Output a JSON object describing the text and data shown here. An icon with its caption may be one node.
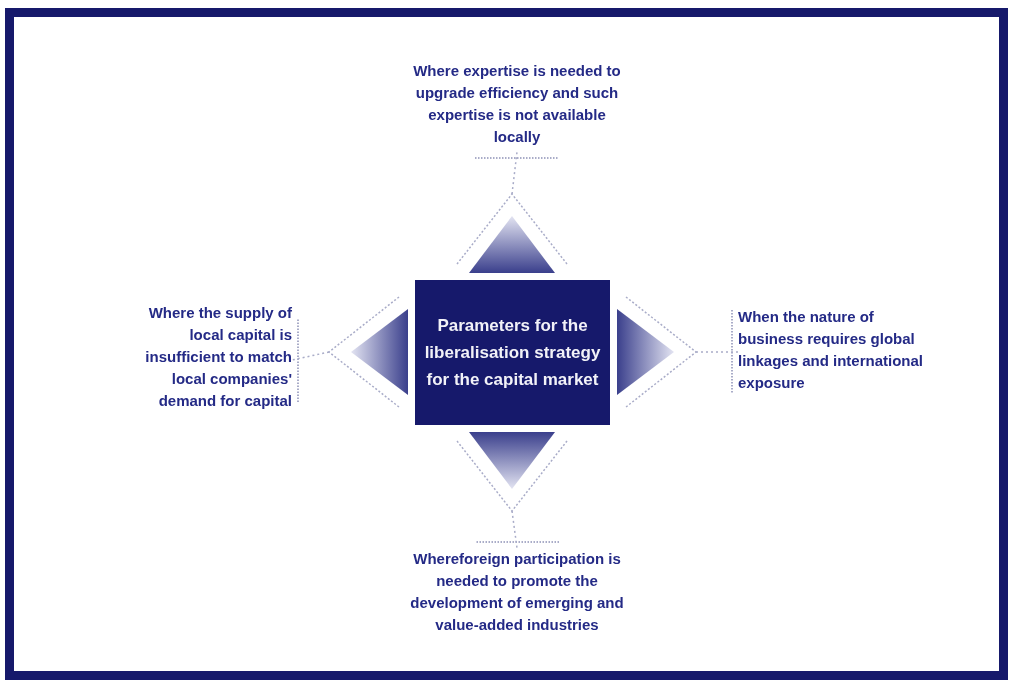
{
  "diagram": {
    "nodes": [
      {
        "text": [
          "Parameters for the liberalisation strategy for the capital market"
        ]
      },
      {
        "text": [
          "Where expertise is needed to upgrade efficiency and such expertise is not available locally"
        ]
      },
      {
        "text": [
          "Where the supply of local capital is insufficient to match local companies' demand for capital"
        ]
      },
      {
        "text": [
          "When the nature of business requires global linkages and international exposure"
        ]
      },
      {
        "text": [
          "Whereforeign participation is needed to promote the development of emerging and value-added industries"
        ]
      },
      {
        "text": [],
        "shape": "triangle"
      },
      {
        "text": [],
        "shape": "triangle"
      },
      {
        "text": [],
        "shape": "triangle"
      },
      {
        "text": [],
        "shape": "triangle"
      }
    ],
    "edges": [
      {
        "from": 5,
        "to": 1,
        "arrow": "none",
        "style": "dashed"
      },
      {
        "from": 6,
        "to": 2,
        "arrow": "none",
        "style": "dashed"
      },
      {
        "from": 7,
        "to": 3,
        "arrow": "none",
        "style": "dashed"
      },
      {
        "from": 8,
        "to": 4,
        "arrow": "none",
        "style": "dashed"
      }
    ]
  }
}
